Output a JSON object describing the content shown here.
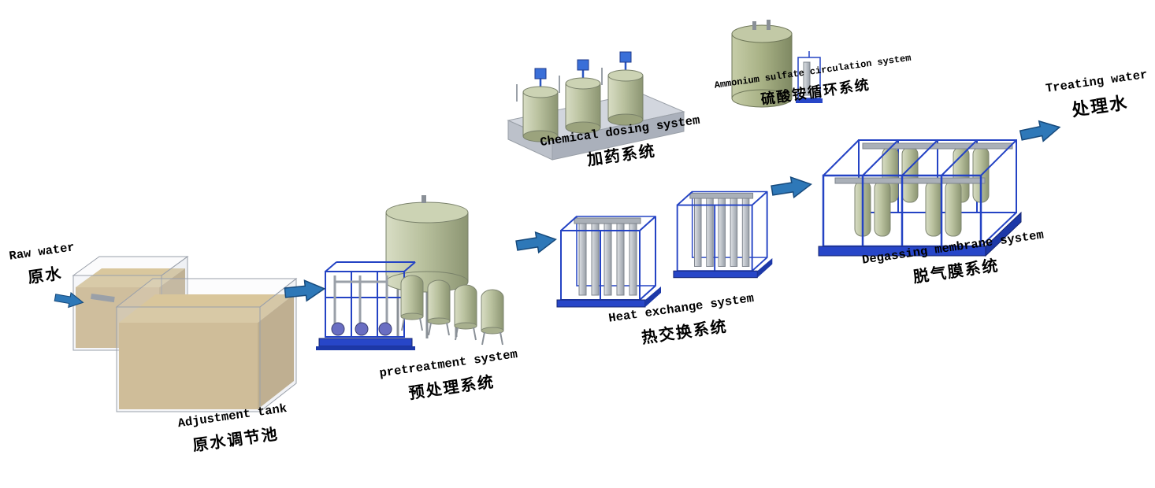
{
  "nodes": {
    "raw_water": {
      "en": "Raw water",
      "zh": "原水"
    },
    "adjustment_tank": {
      "en": "Adjustment tank",
      "zh": "原水调节池"
    },
    "pretreatment_system": {
      "en": "pretreatment system",
      "zh": "预处理系统"
    },
    "chemical_dosing_system": {
      "en": "Chemical dosing system",
      "zh": "加药系统"
    },
    "heat_exchange_system": {
      "en": "Heat exchange system",
      "zh": "热交换系统"
    },
    "ammonium_sulfate_system": {
      "en": "Ammonium sulfate circulation system",
      "zh": "硫酸铵循环系统"
    },
    "degassing_membrane_system": {
      "en": "Degassing membrane system",
      "zh": "脱气膜系统"
    },
    "treating_water": {
      "en": "Treating water",
      "zh": "处理水"
    }
  },
  "flow": [
    "raw_water",
    "adjustment_tank",
    "pretreatment_system",
    "heat_exchange_system",
    "degassing_membrane_system",
    "treating_water"
  ],
  "colors": {
    "arrow": "#2e78b8",
    "frame_blue": "#2443c4",
    "base_blue": "#2746c8",
    "tank_green": "#b9c19e",
    "water_tan": "#c9af7b",
    "platform_gray": "#d2d6de",
    "pipe_gray": "#9aa0a8"
  }
}
